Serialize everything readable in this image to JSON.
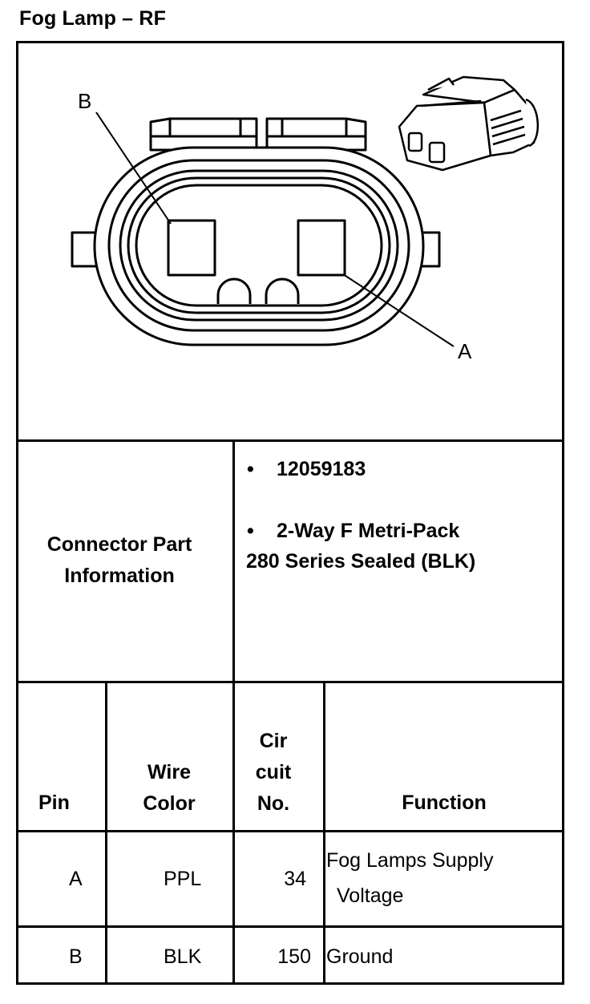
{
  "title": "Fog Lamp – RF",
  "diagram": {
    "pin_labels": {
      "b": "B",
      "a": "A"
    }
  },
  "connector_info": {
    "label_line1": "Connector Part",
    "label_line2": "Information",
    "bullet": "•",
    "part_number": "12059183",
    "description_line1": "2-Way F Metri-Pack",
    "description_line2": "280 Series Sealed (BLK)"
  },
  "pin_table": {
    "headers": {
      "pin": "Pin",
      "wire_color_line1": "Wire",
      "wire_color_line2": "Color",
      "circuit_line1": "Cir",
      "circuit_line2": "cuit",
      "circuit_line3": "No.",
      "function": "Function"
    },
    "rows": [
      {
        "pin": "A",
        "wire_color": "PPL",
        "circuit": "34",
        "function_line1": "Fog Lamps Supply",
        "function_line2": "Voltage"
      },
      {
        "pin": "B",
        "wire_color": "BLK",
        "circuit": "150",
        "function_line1": "Ground",
        "function_line2": ""
      }
    ]
  }
}
